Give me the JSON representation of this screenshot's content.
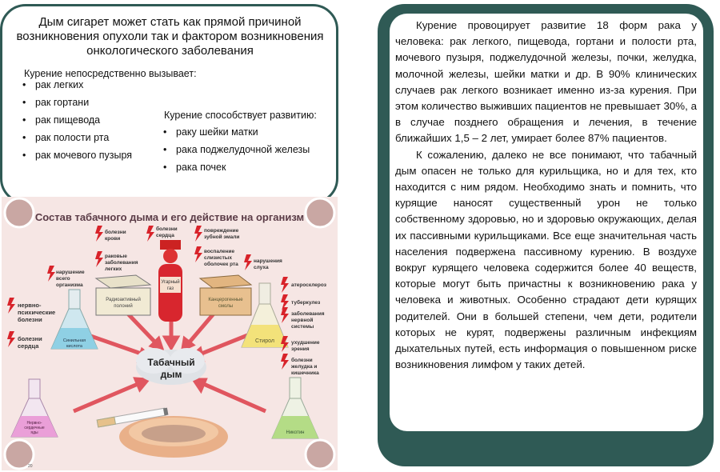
{
  "left": {
    "title": "Дым сигарет может стать как  прямой причиной возникновения опухоли так и фактором возникновения онкологического заболевания",
    "direct_label": "Курение непосредственно вызывает:",
    "direct_items": [
      "рак легких",
      "рак гортани",
      "рак пищевода",
      "рак полости рта",
      "рак мочевого пузыря"
    ],
    "contrib_label": "Курение способствует развитию:",
    "contrib_items": [
      "раку шейки матки",
      "рака поджелудочной железы",
      "рака почек"
    ]
  },
  "poster": {
    "title": "Состав табачного дыма и его действие на организм",
    "center": [
      "Табачный",
      "дым"
    ],
    "left_effects": [
      [
        "нервно-",
        "психические",
        "болезни"
      ],
      [
        "болезни",
        "сердца"
      ]
    ],
    "top_effects": [
      [
        "болезни",
        "крови"
      ],
      [
        "раковые",
        "заболевания",
        "легких"
      ],
      [
        "болезни",
        "сердца"
      ],
      [
        "повреждение",
        "зубной эмали"
      ],
      [
        "воспаление",
        "слизистых",
        "оболочек рта"
      ],
      [
        "нарушения",
        "слуха"
      ],
      [
        "нарушение",
        "всего",
        "организма"
      ]
    ],
    "right_effects": [
      [
        "атеросклероз"
      ],
      [
        "туберкулез"
      ],
      [
        "заболевания",
        "нервной",
        "системы"
      ],
      [
        "ухудшение",
        "зрения"
      ],
      [
        "болезни",
        "желудка и",
        "кишечника"
      ]
    ],
    "substances": [
      [
        "Синильная",
        "кислота"
      ],
      [
        "Радиоактивный",
        "полоний"
      ],
      [
        "Угарный",
        "газ"
      ],
      [
        "Канцерогенные",
        "смолы"
      ],
      [
        "Стирол"
      ],
      [
        "Нервно-",
        "сердечные",
        "яды"
      ],
      [
        "Никотин"
      ]
    ],
    "page_mark": "20"
  },
  "right": {
    "paragraphs": [
      "Курение провоцирует развитие 18 форм рака у человека: рак легкого, пищевода, гортани и полости рта, мочевого пузыря, поджелудочной железы, почки, желудка, молочной железы, шейки матки и др. В 90% клинических случаев рак легкого возникает именно из-за курения. При этом количество выживших пациентов не превышает 30%, а в случае позднего обращения и лечения, в течение ближайших 1,5 – 2 лет, умирает более 87% пациентов.",
      "К сожалению, далеко не все понимают, что табачный дым опасен не только для курильщика, но и для тех, кто находится с ним рядом. Необходимо знать и помнить, что курящие наносят существенный урон не только собственному здоровью, но и здоровью окружающих, делая их пассивными курильщиками. Все еще значительная часть населения подвержена пассивному курению. В воздухе вокруг курящего человека содержится более 40 веществ, которые могут быть причастны  к возникновению рака у человека и животных. Особенно страдают дети курящих родителей. Они в большей степени, чем дети, родители которых не курят, подвержены различным инфекциям дыхательных путей, есть информация о повышенном риске возникновения лимфом у таких детей."
    ]
  },
  "colors": {
    "frame": "#2f5a55",
    "poster_bg": "#f6e6e4",
    "poster_title": "#5a3b46",
    "arrow": "#e0565f",
    "bolt": "#d8232a",
    "circle": "#c9a7a3"
  }
}
